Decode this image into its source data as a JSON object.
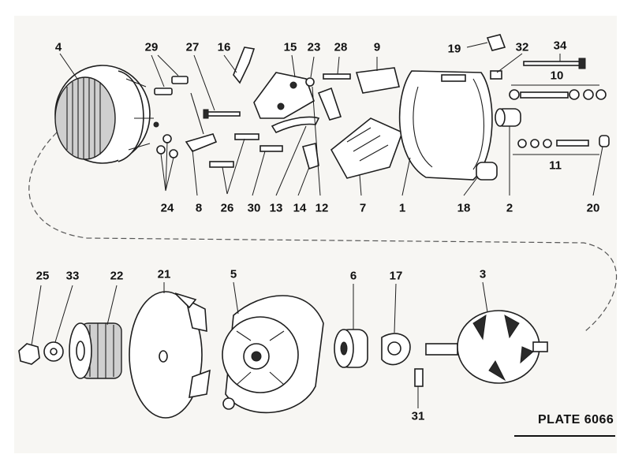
{
  "plate": {
    "title": "PLATE 6066"
  },
  "callouts": {
    "n1": "1",
    "n2": "2",
    "n3": "3",
    "n4": "4",
    "n5": "5",
    "n6": "6",
    "n7": "7",
    "n8": "8",
    "n9": "9",
    "n10": "10",
    "n11": "11",
    "n12": "12",
    "n13": "13",
    "n14": "14",
    "n15": "15",
    "n16": "16",
    "n17": "17",
    "n18": "18",
    "n19": "19",
    "n20": "20",
    "n21": "21",
    "n22": "22",
    "n23": "23",
    "n24": "24",
    "n25": "25",
    "n26": "26",
    "n27": "27",
    "n28": "28",
    "n29": "29",
    "n30": "30",
    "n31": "31",
    "n32": "32",
    "n33": "33",
    "n34": "34"
  }
}
